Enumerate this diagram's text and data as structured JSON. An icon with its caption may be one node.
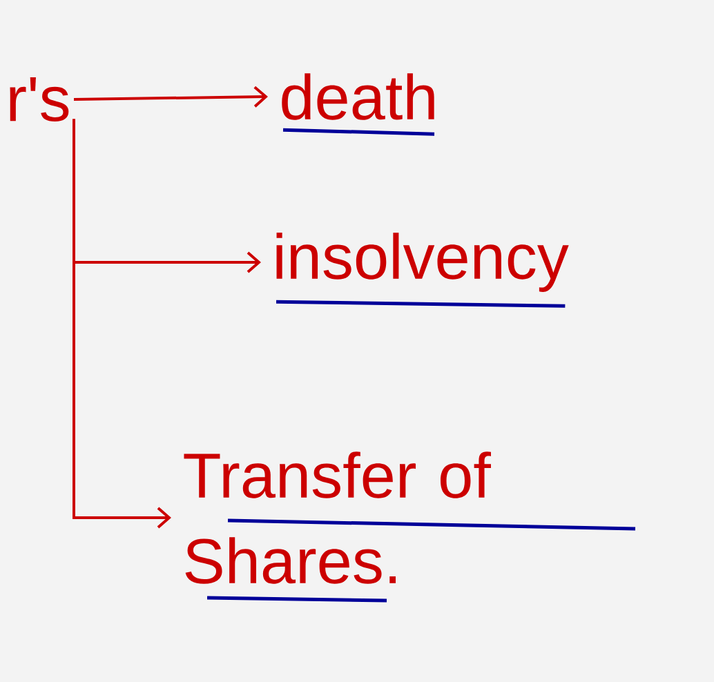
{
  "diagram": {
    "nodes": [
      {
        "text": [
          "r's"
        ]
      },
      {
        "text": [
          "death"
        ]
      },
      {
        "text": [
          "insolvency"
        ]
      },
      {
        "text": [
          "Transfer of Shares."
        ]
      }
    ],
    "edges": [
      {
        "from": 0,
        "to": 1,
        "arrow": "to"
      },
      {
        "from": 0,
        "to": 2,
        "arrow": "to"
      },
      {
        "from": 0,
        "to": 3,
        "arrow": "to"
      }
    ]
  }
}
